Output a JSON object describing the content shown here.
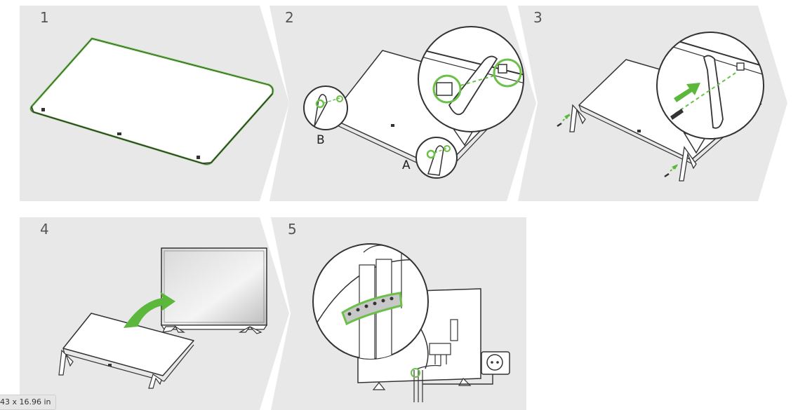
{
  "steps": [
    {
      "number": "1"
    },
    {
      "number": "2",
      "callouts": [
        "B",
        "A"
      ]
    },
    {
      "number": "3"
    },
    {
      "number": "4"
    },
    {
      "number": "5"
    }
  ],
  "size_badge": "43 x 16.96 in",
  "colors": {
    "panel": "#e8e8e8",
    "outline": "#333333",
    "highlight": "#6cc04a",
    "arrow_green": "#5cb83c",
    "tv_fill": "#ffffff"
  },
  "icons": [
    "arrow-right-green-icon",
    "curved-arrow-icon",
    "power-plug-icon",
    "magnifier-callout-icon"
  ]
}
